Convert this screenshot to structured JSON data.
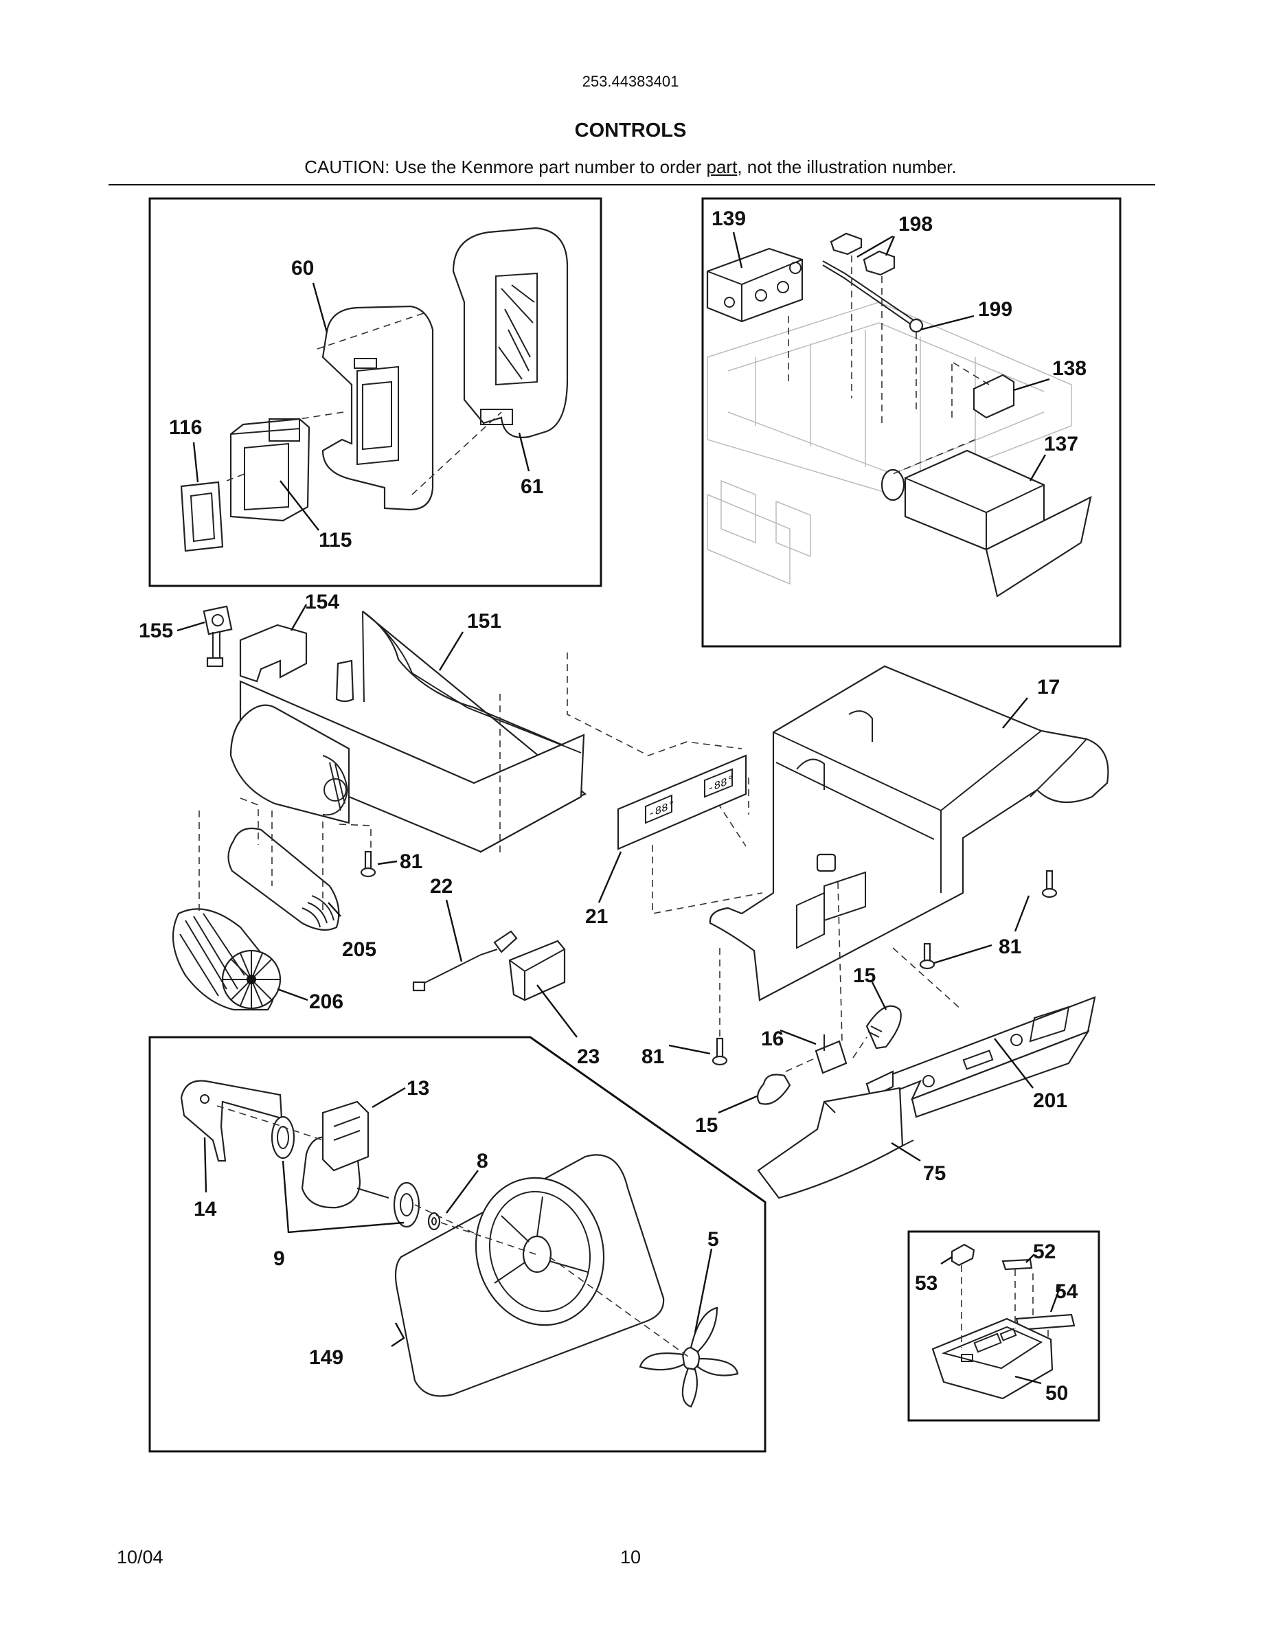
{
  "header": {
    "model_number": "253.44383401",
    "title": "CONTROLS",
    "caution_before": "CAUTION: Use the Kenmore part number to order ",
    "caution_link": "part",
    "caution_after": ", not the illustration number."
  },
  "callouts": {
    "c60": "60",
    "c61": "61",
    "c116": "116",
    "c115": "115",
    "c139": "139",
    "c198": "198",
    "c199": "199",
    "c138": "138",
    "c137": "137",
    "c155": "155",
    "c154": "154",
    "c151": "151",
    "c17": "17",
    "c81a": "81",
    "c22": "22",
    "c21": "21",
    "c205": "205",
    "c206": "206",
    "c81b": "81",
    "c15a": "15",
    "c16": "16",
    "c23": "23",
    "c81c": "81",
    "c201": "201",
    "c15b": "15",
    "c75": "75",
    "c13": "13",
    "c14": "14",
    "c8": "8",
    "c9": "9",
    "c5": "5",
    "c149": "149",
    "c53": "53",
    "c52": "52",
    "c54": "54",
    "c50": "50"
  },
  "display_readout": "-88°",
  "footer": {
    "date": "10/04",
    "page_number": "10"
  }
}
